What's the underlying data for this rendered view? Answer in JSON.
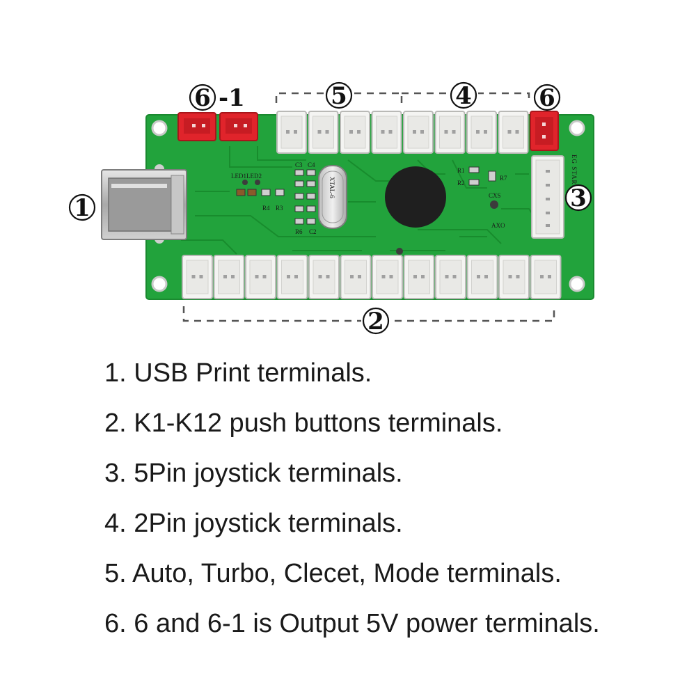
{
  "callouts": {
    "c1": "1",
    "c2": "2",
    "c3": "3",
    "c4": "4",
    "c5": "5",
    "c6": "6",
    "c6_1_suffix": "-1"
  },
  "board": {
    "silkscreen": {
      "led_labels": "LED1LED2",
      "r4": "R4",
      "r3": "R3",
      "c3": "C3",
      "c4": "C4",
      "crystal": "XTAL-6",
      "r6": "R6",
      "c2": "C2",
      "r1": "R1",
      "r2": "R2",
      "r7": "R7",
      "cxs": "CXS",
      "axo": "AXO",
      "brand": "EG STARTS"
    }
  },
  "legend": {
    "items": [
      "1. USB Print terminals.",
      "2. K1-K12 push buttons terminals.",
      "3. 5Pin joystick terminals.",
      "4. 2Pin joystick terminals.",
      "5. Auto, Turbo, Clecet, Mode terminals.",
      "6. 6 and 6-1 is Output 5V power terminals."
    ]
  },
  "colors": {
    "pcb_green": "#22a33c",
    "pcb_green_dark": "#1a8a30",
    "connector_white": "#f4f4f2",
    "connector_red": "#e0242b",
    "usb_metal": "#b8b8b8"
  }
}
